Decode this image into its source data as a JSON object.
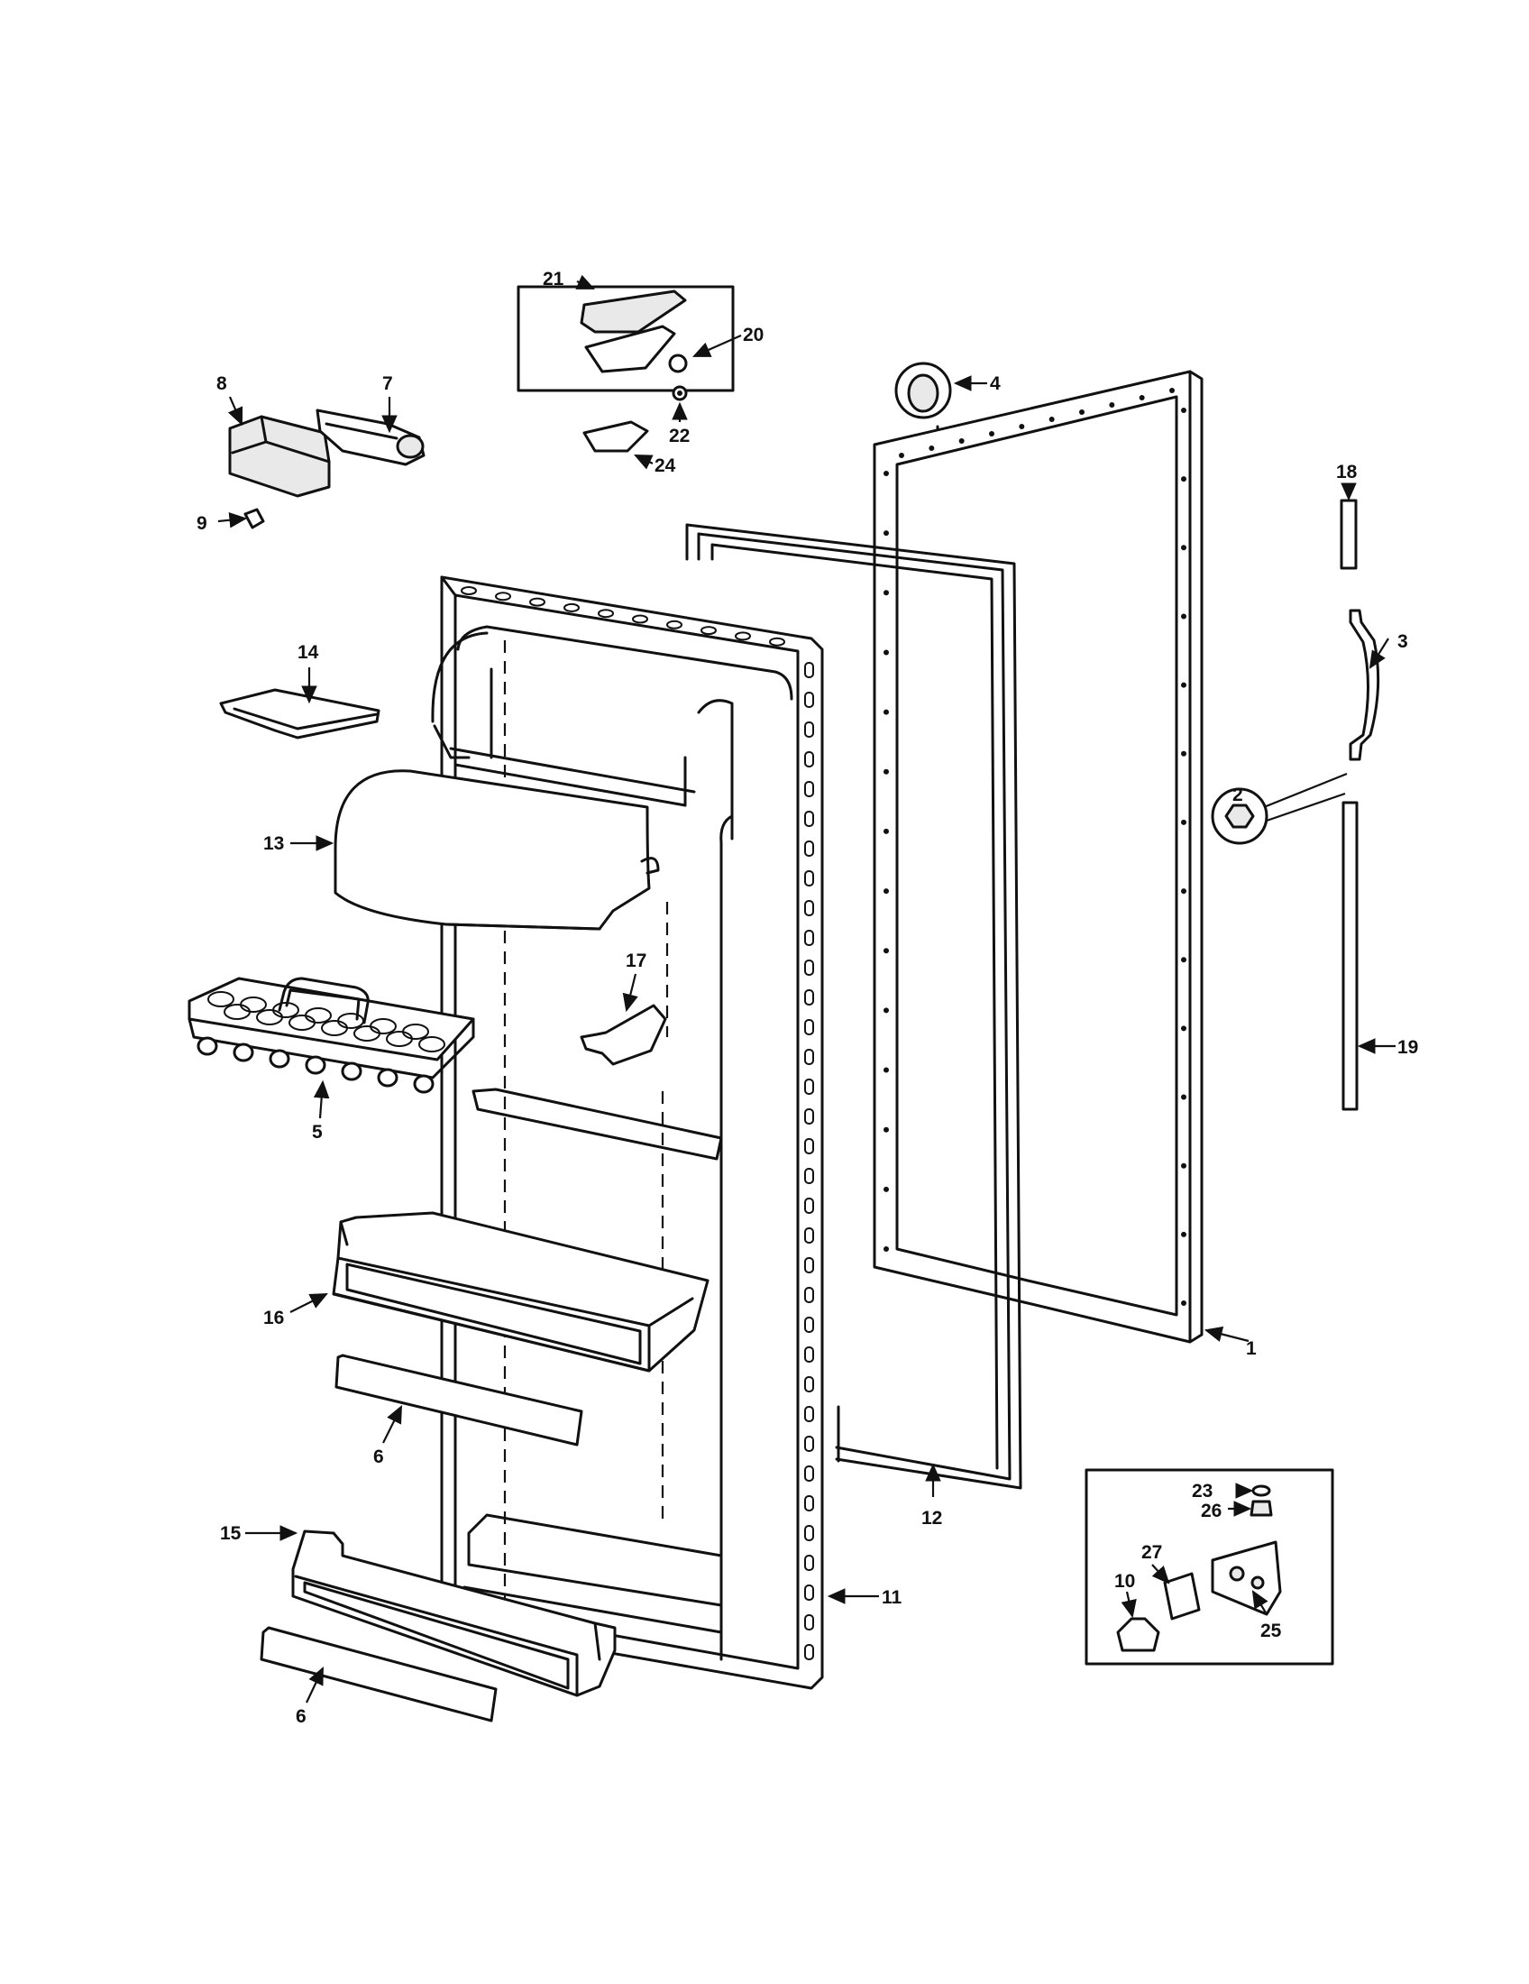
{
  "labels": {
    "p1": "1",
    "p2": "2",
    "p3": "3",
    "p4": "4",
    "p5": "5",
    "p6a": "6",
    "p6b": "6",
    "p7": "7",
    "p8": "8",
    "p9": "9",
    "p10": "10",
    "p11": "11",
    "p12": "12",
    "p13": "13",
    "p14": "14",
    "p15": "15",
    "p16": "16",
    "p17": "17",
    "p18": "18",
    "p19": "19",
    "p20": "20",
    "p21": "21",
    "p22": "22",
    "p23": "23",
    "p24": "24",
    "p25": "25",
    "p26": "26",
    "p27": "27"
  }
}
